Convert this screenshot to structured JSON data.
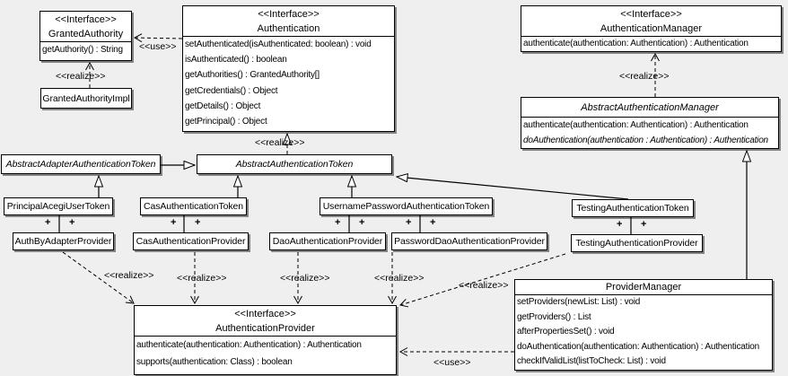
{
  "canvas": {
    "background": "#efefef",
    "box_fill": "#ffffff",
    "line_color": "#000000"
  },
  "labels": {
    "use": "<<use>>",
    "realize": "<<realize>>",
    "plus": "+"
  },
  "classes": {
    "granted_authority": {
      "stereotype": "<<Interface>>",
      "name": "GrantedAuthority",
      "methods": [
        "getAuthority() : String"
      ]
    },
    "granted_authority_impl": {
      "name": "GrantedAuthorityImpl"
    },
    "authentication": {
      "stereotype": "<<Interface>>",
      "name": "Authentication",
      "methods": [
        "setAuthenticated(isAuthenticated: boolean) : void",
        "isAuthenticated() : boolean",
        "getAuthorities() : GrantedAuthority[]",
        "getCredentials() : Object",
        "getDetails() : Object",
        "getPrincipal() : Object"
      ]
    },
    "authentication_manager": {
      "stereotype": "<<Interface>>",
      "name": "AuthenticationManager",
      "methods": [
        "authenticate(authentication: Authentication) : Authentication"
      ]
    },
    "abstract_authentication_manager": {
      "name": "AbstractAuthenticationManager",
      "methods": [
        "authenticate(authentication: Authentication) : Authentication",
        "doAuthentication(authentication : Authentication) : Authentication"
      ]
    },
    "abstract_adapter_authentication_token": {
      "name": "AbstractAdapterAuthenticationToken"
    },
    "abstract_authentication_token": {
      "name": "AbstractAuthenticationToken"
    },
    "principal_acegi_user_token": {
      "name": "PrincipalAcegiUserToken"
    },
    "cas_authentication_token": {
      "name": "CasAuthenticationToken"
    },
    "username_password_authentication_token": {
      "name": "UsernamePasswordAuthenticationToken"
    },
    "testing_authentication_token": {
      "name": "TestingAuthenticationToken"
    },
    "auth_by_adapter_provider": {
      "name": "AuthByAdapterProvider"
    },
    "cas_authentication_provider": {
      "name": "CasAuthenticationProvider"
    },
    "dao_authentication_provider": {
      "name": "DaoAuthenticationProvider"
    },
    "password_dao_authentication_provider": {
      "name": "PasswordDaoAuthenticationProvider"
    },
    "testing_authentication_provider": {
      "name": "TestingAuthenticationProvider"
    },
    "authentication_provider": {
      "stereotype": "<<Interface>>",
      "name": "AuthenticationProvider",
      "methods": [
        "authenticate(authentication: Authentication) : Authentication",
        "supports(authentication: Class) : boolean"
      ]
    },
    "provider_manager": {
      "name": "ProviderManager",
      "methods": [
        "setProviders(newList: List) : void",
        "getProviders() : List",
        "afterPropertiesSet() : void",
        "doAuthentication(authentication: Authentication) : Authentication",
        "checkIfValidList(listToCheck: List) : void"
      ]
    }
  }
}
